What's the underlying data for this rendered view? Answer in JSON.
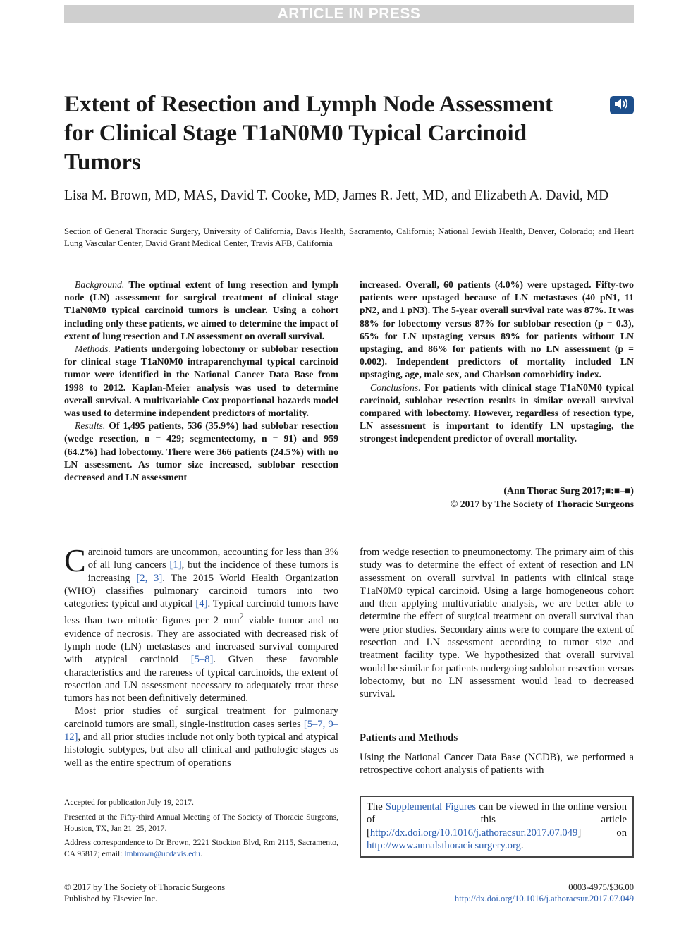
{
  "banner": "ARTICLE IN PRESS",
  "title": "Extent of Resection and Lymph Node Assessment for Clinical Stage T1aN0M0 Typical Carcinoid Tumors",
  "authors": "Lisa M. Brown, MD, MAS, David T. Cooke, MD, James R. Jett, MD, and Elizabeth A. David, MD",
  "affiliation": "Section of General Thoracic Surgery, University of California, Davis Health, Sacramento, California; National Jewish Health, Denver, Colorado; and Heart Lung Vascular Center, David Grant Medical Center, Travis AFB, California",
  "abstract": {
    "background_label": "Background.",
    "background": "The optimal extent of lung resection and lymph node (LN) assessment for surgical treatment of clinical stage T1aN0M0 typical carcinoid tumors is unclear. Using a cohort including only these patients, we aimed to determine the impact of extent of lung resection and LN assessment on overall survival.",
    "methods_label": "Methods.",
    "methods": "Patients undergoing lobectomy or sublobar resection for clinical stage T1aN0M0 intraparenchymal typical carcinoid tumor were identified in the National Cancer Data Base from 1998 to 2012. Kaplan-Meier analysis was used to determine overall survival. A multivariable Cox proportional hazards model was used to determine independent predictors of mortality.",
    "results_label": "Results.",
    "results_left": "Of 1,495 patients, 536 (35.9%) had sublobar resection (wedge resection, n = 429; segmentectomy, n = 91) and 959 (64.2%) had lobectomy. There were 366 patients (24.5%) with no LN assessment. As tumor size increased, sublobar resection decreased and LN assessment",
    "results_right": "increased. Overall, 60 patients (4.0%) were upstaged. Fifty-two patients were upstaged because of LN metastases (40 pN1, 11 pN2, and 1 pN3). The 5-year overall survival rate was 87%. It was 88% for lobectomy versus 87% for sublobar resection (p = 0.3), 65% for LN upstaging versus 89% for patients without LN upstaging, and 86% for patients with no LN assessment (p = 0.002). Independent predictors of mortality included LN upstaging, age, male sex, and Charlson comorbidity index.",
    "conclusions_label": "Conclusions.",
    "conclusions": "For patients with clinical stage T1aN0M0 typical carcinoid, sublobar resection results in similar overall survival compared with lobectomy. However, regardless of resection type, LN assessment is important to identify LN upstaging, the strongest independent predictor of overall mortality.",
    "citation": "(Ann Thorac Surg 2017;■:■–■)",
    "copyright": "© 2017 by The Society of Thoracic Surgeons"
  },
  "body": {
    "dropcap": "C",
    "p1_start": "arcinoid tumors are uncommon, accounting for less than 3% of all lung cancers ",
    "ref1": "[1]",
    "p1_b": ", but the incidence of these tumors is increasing ",
    "ref2": "[2, 3]",
    "p1_c": ". The 2015 World Health Organization (WHO) classifies pulmonary carcinoid tumors into two categories: typical and atypical ",
    "ref3": "[4]",
    "p1_d": ". Typical carcinoid tumors have less than two mitotic figures per 2 mm",
    "p1_sup": "2",
    "p1_e": " viable tumor and no evidence of necrosis. They are associated with decreased risk of lymph node (LN) metastases and increased survival compared with atypical carcinoid ",
    "ref4": "[5–8]",
    "p1_f": ". Given these favorable characteristics and the rareness of typical carcinoids, the extent of resection and LN assessment necessary to adequately treat these tumors has not been definitively determined.",
    "p2_a": "Most prior studies of surgical treatment for pulmonary carcinoid tumors are small, single-institution cases series ",
    "ref5": "[5–7, 9–12]",
    "p2_b": ", and all prior studies include not only both typical and atypical histologic subtypes, but also all clinical and pathologic stages as well as the entire spectrum of operations",
    "right_p1": "from wedge resection to pneumonectomy. The primary aim of this study was to determine the effect of extent of resection and LN assessment on overall survival in patients with clinical stage T1aN0M0 typical carcinoid. Using a large homogeneous cohort and then applying multivariable analysis, we are better able to determine the effect of surgical treatment on overall survival than were prior studies. Secondary aims were to compare the extent of resection and LN assessment according to tumor size and treatment facility type. We hypothesized that overall survival would be similar for patients undergoing sublobar resection versus lobectomy, but no LN assessment would lead to decreased survival.",
    "section_heading": "Patients and Methods",
    "methods_text": "Using the National Cancer Data Base (NCDB), we performed a retrospective cohort analysis of patients with"
  },
  "footnotes": {
    "accepted": "Accepted for publication July 19, 2017.",
    "presented": "Presented at the Fifty-third Annual Meeting of The Society of Thoracic Surgeons, Houston, TX, Jan 21–25, 2017.",
    "address": "Address correspondence to Dr Brown, 2221 Stockton Blvd, Rm 2115, Sacramento, CA   95817; email: ",
    "email": "lmbrown@ucdavis.edu",
    "address_end": "."
  },
  "supplement": {
    "a": "The ",
    "link1": "Supplemental Figures",
    "b": " can be viewed in the online version of this article [",
    "link2": "http://dx.doi.org/10.1016/j.athoracsur.2017.07.049",
    "c": "] on ",
    "link3": "http://www.annalsthoracicsurgery.org",
    "d": "."
  },
  "footer": {
    "left1": "© 2017 by The Society of Thoracic Surgeons",
    "left2": "Published by Elsevier Inc.",
    "right1": "0003-4975/$36.00",
    "right2": "http://dx.doi.org/10.1016/j.athoracsur.2017.07.049"
  },
  "icons": {
    "audio": "speaker-icon"
  },
  "colors": {
    "link": "#2a5db0",
    "audio_button": "#1d4f8c",
    "banner": "#cfcfcf"
  }
}
